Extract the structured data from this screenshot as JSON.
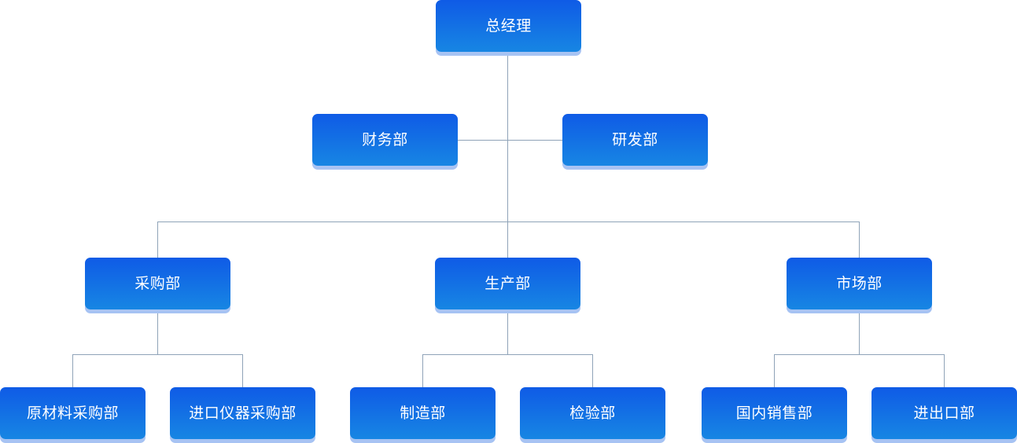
{
  "org_chart": {
    "root": "总经理",
    "staff": {
      "left": "财务部",
      "right": "研发部"
    },
    "departments": [
      {
        "name": "采购部",
        "children": [
          "原材料采购部",
          "进口仪器采购部"
        ]
      },
      {
        "name": "生产部",
        "children": [
          "制造部",
          "检验部"
        ]
      },
      {
        "name": "市场部",
        "children": [
          "国内销售部",
          "进出口部"
        ]
      }
    ],
    "colors": {
      "node_gradient_top": "#0f5be6",
      "node_gradient_bottom": "#1786e3",
      "node_shadow": "#a7c3f3",
      "node_text": "#ffffff",
      "connector": "#8fa3b8"
    }
  }
}
